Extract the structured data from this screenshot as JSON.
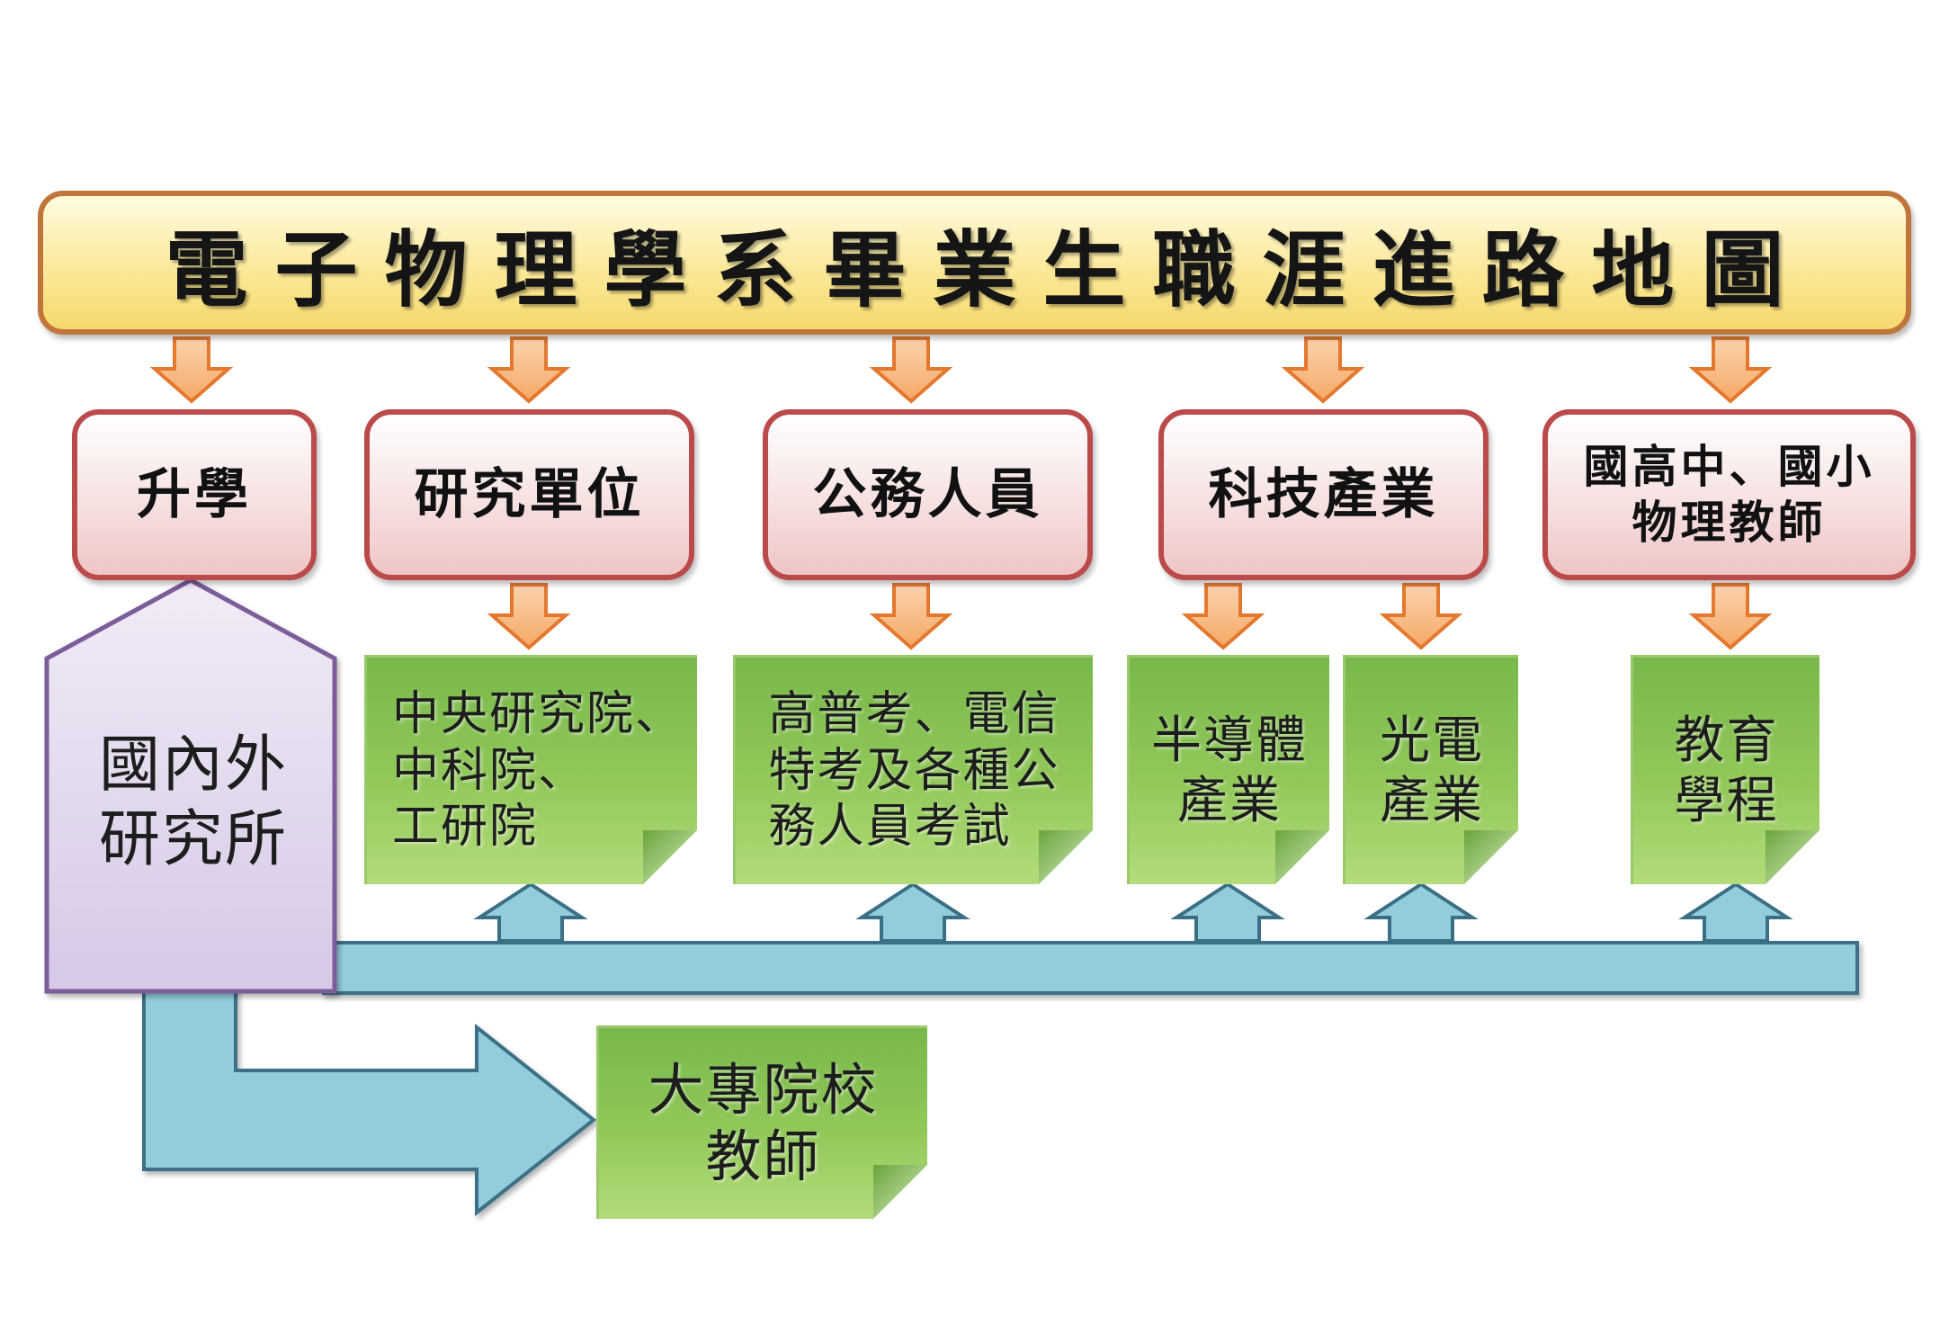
{
  "title": "電子物理學系畢業生職涯進路地圖",
  "categories": [
    {
      "id": "further-study",
      "label": "升學"
    },
    {
      "id": "research",
      "label": "研究單位"
    },
    {
      "id": "civil-service",
      "label": "公務人員"
    },
    {
      "id": "tech-industry",
      "label": "科技產業"
    },
    {
      "id": "teacher",
      "line1": "國高中、國小",
      "line2": "物理教師"
    }
  ],
  "grad_school": {
    "line1": "國內外",
    "line2": "研究所"
  },
  "outcomes": {
    "research": {
      "line1": "中央研究院、",
      "line2": "中科院、",
      "line3": "工研院"
    },
    "civil": {
      "line1": "高普考、電信",
      "line2": "特考及各種公",
      "line3": "務人員考試"
    },
    "semiconductor": {
      "line1": "半導體",
      "line2": "產業"
    },
    "optoelectronic": {
      "line1": "光電",
      "line2": "產業"
    },
    "education": {
      "line1": "教育",
      "line2": "學程"
    },
    "university": {
      "line1": "大專院校",
      "line2": "教師"
    }
  },
  "colors": {
    "title_border": "#c0763a",
    "title_fill": "#fbe99a",
    "category_border": "#bb4a4b",
    "category_fill": "#f6dede",
    "note_green": "#92c85a",
    "purple_fill": "#e6def0",
    "purple_border": "#7b5c99",
    "blue_arrow": "#93cddd",
    "blue_border": "#3a6f86",
    "orange_arrow": "#f7b37a",
    "orange_border": "#e4782f"
  }
}
